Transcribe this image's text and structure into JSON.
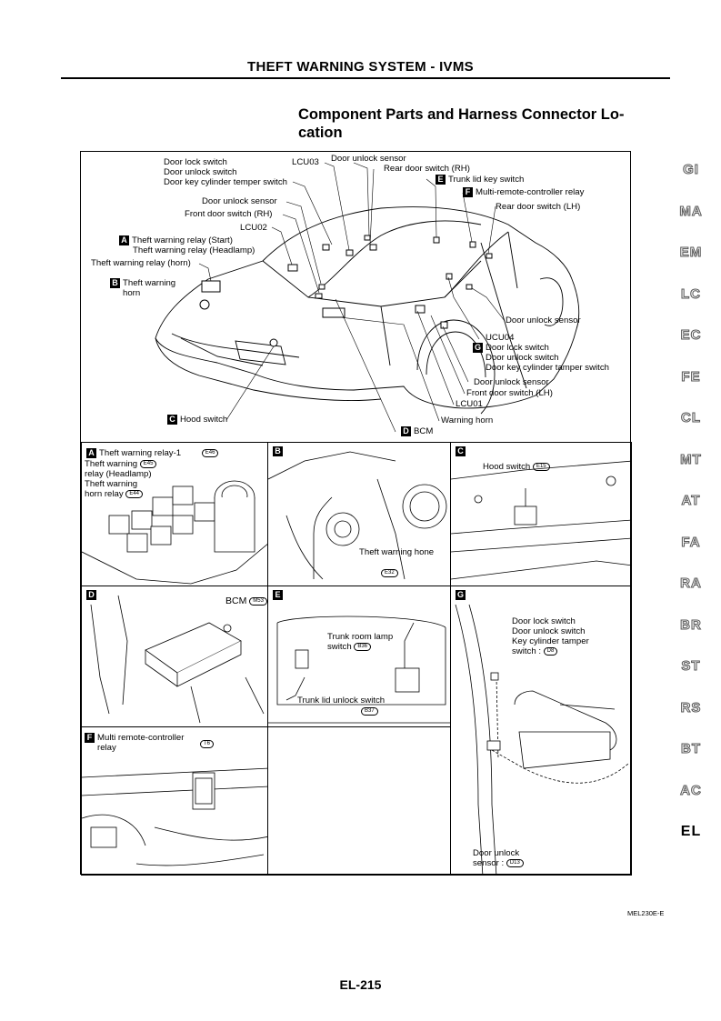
{
  "header": {
    "title": "THEFT WARNING SYSTEM - IVMS"
  },
  "section": {
    "title": "Component Parts and Harness Connector Lo-cation",
    "line1": "Component Parts and Harness Connector Lo-",
    "line2": "cation"
  },
  "main_callouts": {
    "door_lock_switch": "Door lock switch",
    "door_unlock_switch": "Door unlock switch",
    "door_key_cyl": "Door key cylinder temper switch",
    "door_unlock_sensor_l": "Door unlock sensor",
    "front_door_switch_rh": "Front door switch (RH)",
    "lcu02": "LCU02",
    "relay_start": "Theft warning relay (Start)",
    "relay_headlamp": "Theft warning relay (Headlamp)",
    "relay_horn": "Theft warning relay (horn)",
    "horn_line1": "Theft warning",
    "horn_line2": "horn",
    "lcu03": "LCU03",
    "door_unlock_sensor_top": "Door unlock sensor",
    "rear_door_rh": "Rear door switch (RH)",
    "trunk_lid_key": "Trunk lid key switch",
    "mrc_relay": "Multi-remote-controller relay",
    "rear_door_lh": "Rear door switch (LH)",
    "door_unlock_sensor_r": "Door unlock sensor",
    "ucu04": "UCU04",
    "g_door_lock": "Door lock switch",
    "g_door_unlock": "Door unlock switch",
    "g_key_cyl": "Door key cylinder tamper switch",
    "door_unlock_sensor_b": "Door unlock sensor",
    "front_door_lh": "Front door switch (LH)",
    "lcu01": "LCU01",
    "warning_horn": "Warning horn",
    "hood_switch": "Hood switch",
    "bcm": "BCM"
  },
  "letters": {
    "A": "A",
    "B": "B",
    "C": "C",
    "D": "D",
    "E": "E",
    "F": "F",
    "G": "G"
  },
  "panels": {
    "a": {
      "relay1": "Theft warning relay-1",
      "relay1_conn": "E46",
      "hl_line1": "Theft warning",
      "hl_conn": "E45",
      "hl_line2": "relay (Headlamp)",
      "horn_line1": "Theft warning",
      "horn_line2": "horn relay",
      "horn_conn": "E44"
    },
    "b": {
      "label": "Theft warning hone",
      "conn": "E32"
    },
    "c": {
      "label": "Hood switch",
      "conn": "E15"
    },
    "d": {
      "label": "BCM",
      "conn": "M53"
    },
    "e": {
      "trunk_room_1": "Trunk room lamp",
      "trunk_room_2": "switch",
      "trunk_room_conn": "B36",
      "trunk_lid": "Trunk lid unlock switch",
      "trunk_lid_conn": "B37"
    },
    "f": {
      "line1": "Multi remote-controller",
      "line2": "relay",
      "conn": "T6"
    },
    "g": {
      "l1": "Door lock switch",
      "l2": "Door unlock switch",
      "l3": "Key cylinder tamper",
      "l4": "switch :",
      "l4_conn": "D8",
      "s1": "Door unlock",
      "s2": "sensor :",
      "s2_conn": "D13"
    }
  },
  "sidenav": [
    "GI",
    "MA",
    "EM",
    "LC",
    "EC",
    "FE",
    "CL",
    "MT",
    "AT",
    "FA",
    "RA",
    "BR",
    "ST",
    "RS",
    "BT",
    "AC",
    "EL"
  ],
  "active_section": "EL",
  "figure_code": "MEL230E-E",
  "page_number": "EL-215"
}
